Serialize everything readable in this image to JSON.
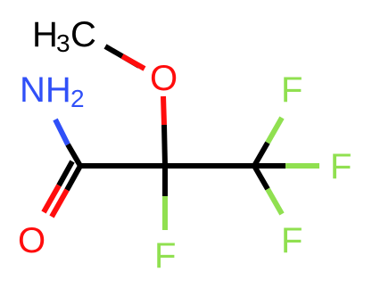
{
  "molecule": {
    "atoms": {
      "methyl": {
        "symbol": "H",
        "subscript": "3",
        "suffix": "C",
        "color": "#000000"
      },
      "oxygen_ether": {
        "symbol": "O",
        "color": "#ff0d0d"
      },
      "amine": {
        "symbol": "NH",
        "subscript": "2",
        "color": "#3050f8"
      },
      "oxygen_carbonyl": {
        "symbol": "O",
        "color": "#ff0d0d"
      },
      "fluorine_center": {
        "symbol": "F",
        "color": "#90e050"
      },
      "fluorine_top": {
        "symbol": "F",
        "color": "#90e050"
      },
      "fluorine_right": {
        "symbol": "F",
        "color": "#90e050"
      },
      "fluorine_bottom": {
        "symbol": "F",
        "color": "#90e050"
      }
    },
    "colors": {
      "carbon": "#000000",
      "fluorine": "#90e050",
      "oxygen": "#ff0d0d",
      "nitrogen": "#3050f8"
    }
  }
}
